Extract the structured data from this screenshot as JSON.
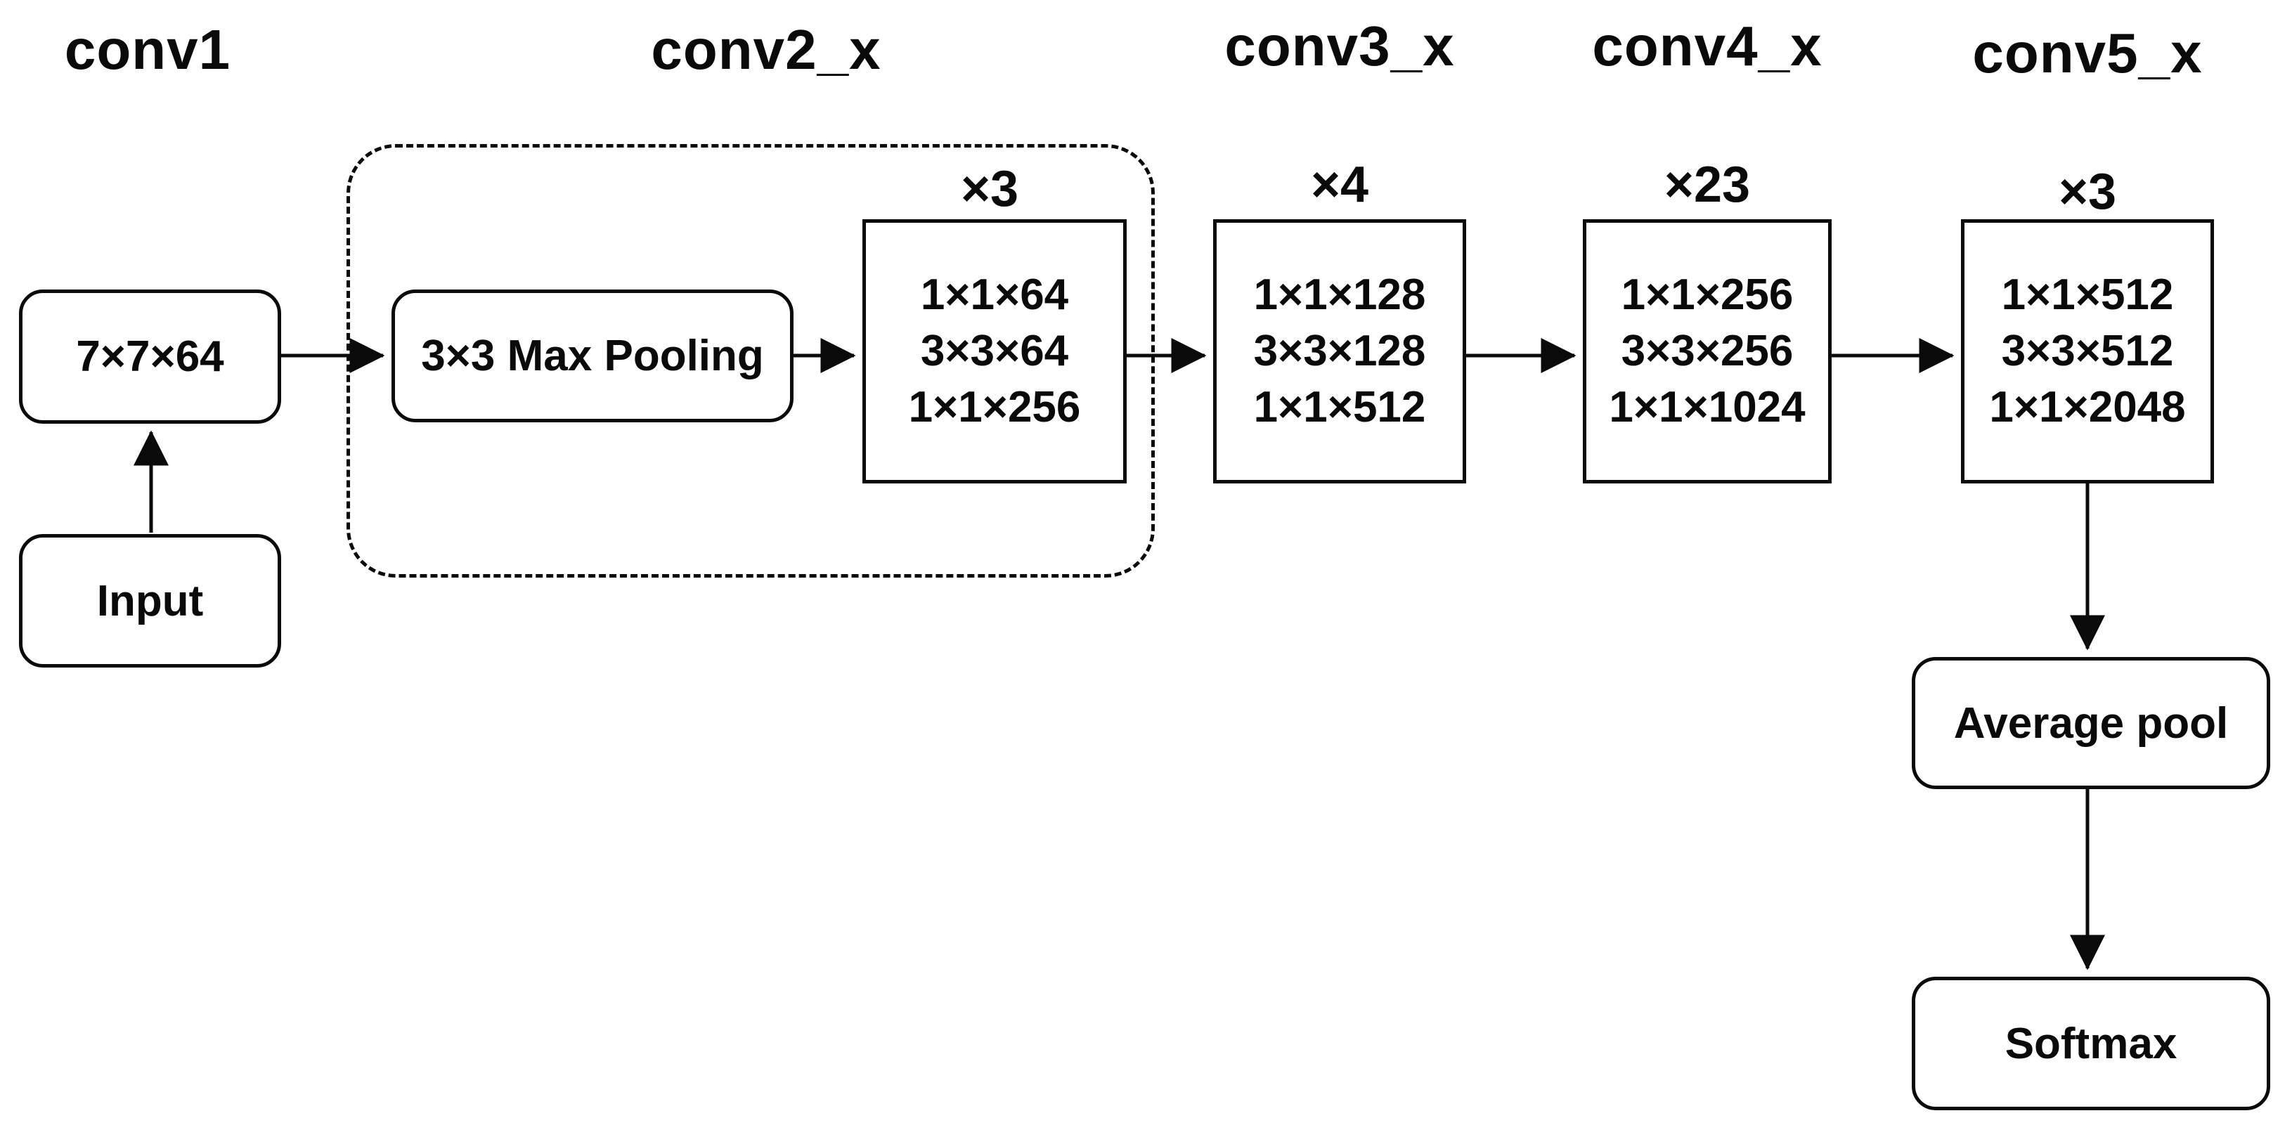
{
  "diagram": {
    "description": "ResNet-101 convolutional neural network architecture flow diagram",
    "colors": {
      "background": "#ffffff",
      "stroke": "#0a0a0a",
      "text": "#0a0a0a"
    },
    "stage_labels": [
      {
        "label": "conv1"
      },
      {
        "label": "conv2_x"
      },
      {
        "label": "conv3_x"
      },
      {
        "label": "conv4_x"
      },
      {
        "label": "conv5_x"
      }
    ],
    "nodes": {
      "input": {
        "label": "Input"
      },
      "conv1_block": {
        "label": "7×7×64"
      },
      "max_pooling": {
        "label": "3×3 Max Pooling"
      },
      "conv2_block": {
        "multiplier": "×3",
        "lines": [
          "1×1×64",
          "3×3×64",
          "1×1×256"
        ]
      },
      "conv3_block": {
        "multiplier": "×4",
        "lines": [
          "1×1×128",
          "3×3×128",
          "1×1×512"
        ]
      },
      "conv4_block": {
        "multiplier": "×23",
        "lines": [
          "1×1×256",
          "3×3×256",
          "1×1×1024"
        ]
      },
      "conv5_block": {
        "multiplier": "×3",
        "lines": [
          "1×1×512",
          "3×3×512",
          "1×1×2048"
        ]
      },
      "average_pool": {
        "label": "Average pool"
      },
      "softmax": {
        "label": "Softmax"
      }
    }
  }
}
